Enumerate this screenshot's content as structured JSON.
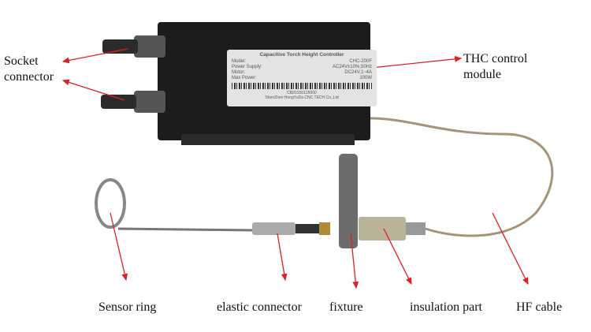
{
  "plate": {
    "title": "Capacitive Torch Height Controller",
    "rows": [
      [
        "Model:",
        "CHC-200F"
      ],
      [
        "Power Supply:",
        "AC24V±10%,50Hz"
      ],
      [
        "Motor:",
        "DC24V,1~4A"
      ],
      [
        "Max Power:",
        "100W"
      ]
    ],
    "serial": "CB20150125000",
    "maker": "ShenZhen HongYuDa CNC TECH Co.,Ltd"
  },
  "labels": {
    "socket": "Socket connector",
    "thc": "THC  control module",
    "sensor": "Sensor ring",
    "elastic": "elastic connector",
    "fixture": "fixture",
    "insulation": "insulation part",
    "hf": "HF cable"
  },
  "colors": {
    "arrow": "#e02020",
    "body": "#1c1c1c"
  }
}
